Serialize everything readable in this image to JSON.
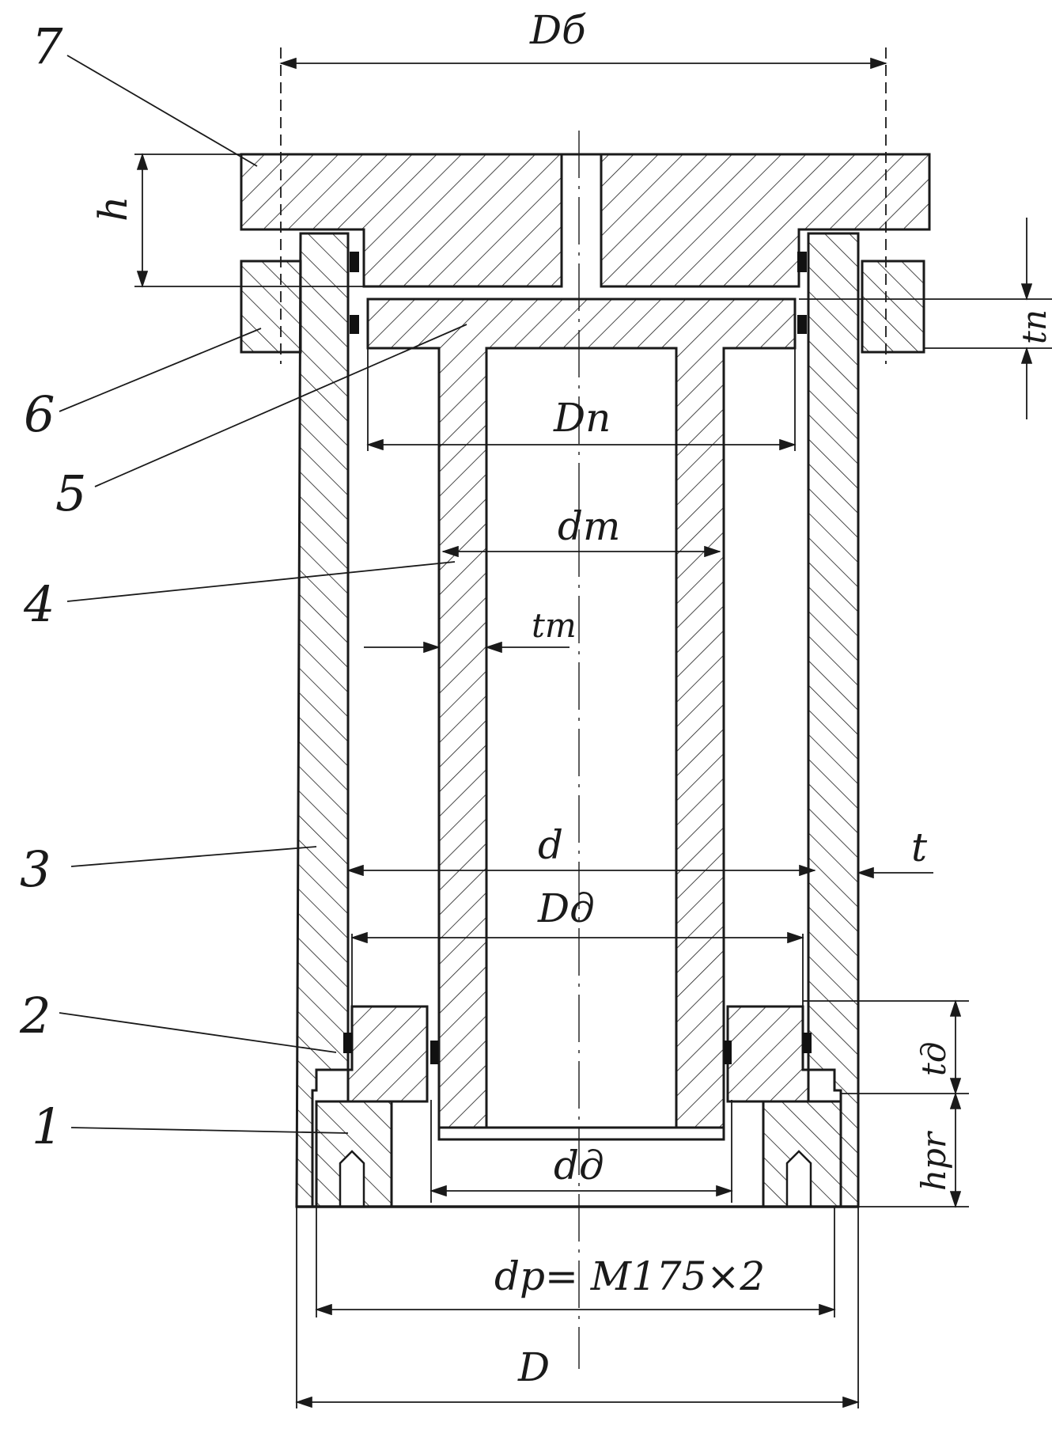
{
  "part_numbers": {
    "p1": "1",
    "p2": "2",
    "p3": "3",
    "p4": "4",
    "p5": "5",
    "p6": "6",
    "p7": "7"
  },
  "dimensions": {
    "D_b": "Dб",
    "h": "h",
    "t_p": "tп",
    "D_p": "Dп",
    "d_t": "dт",
    "t_t": "tт",
    "d": "d",
    "t": "t",
    "D_d": "Dд",
    "t_d": "tд",
    "h_pr": "hpr",
    "d_d": "dд",
    "d_p": "dp= M175×2",
    "D": "D"
  },
  "colors": {
    "ink": "#1a1a1a",
    "paper": "#ffffff",
    "seal": "#111111"
  }
}
